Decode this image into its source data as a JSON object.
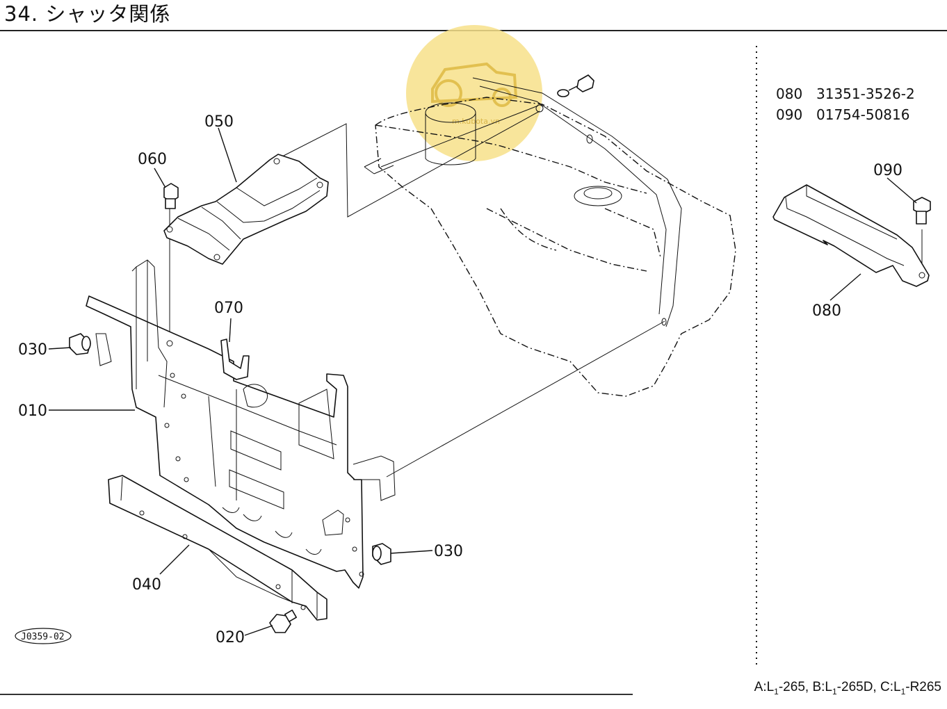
{
  "header": {
    "title": "34. シャッタ関係"
  },
  "diagram_code": "J0359-02",
  "models": {
    "a_prefix": "A:L",
    "a_suffix": "-265, ",
    "b_prefix": "B:L",
    "b_suffix": "-265D, ",
    "c_prefix": "C:L",
    "c_suffix": "-R265",
    "sub": "1"
  },
  "callouts": {
    "c050": "050",
    "c060": "060",
    "c070": "070",
    "c030a": "030",
    "c010": "010",
    "c040": "040",
    "c030b": "030",
    "c020": "020",
    "c090": "090",
    "c080": "080"
  },
  "parts_table": [
    {
      "ref": "080",
      "part_no": "31351-3526-2"
    },
    {
      "ref": "090",
      "part_no": "01754-50816"
    }
  ],
  "watermark": {
    "text": "m.kubota.vn",
    "color": "#f7e08a"
  }
}
